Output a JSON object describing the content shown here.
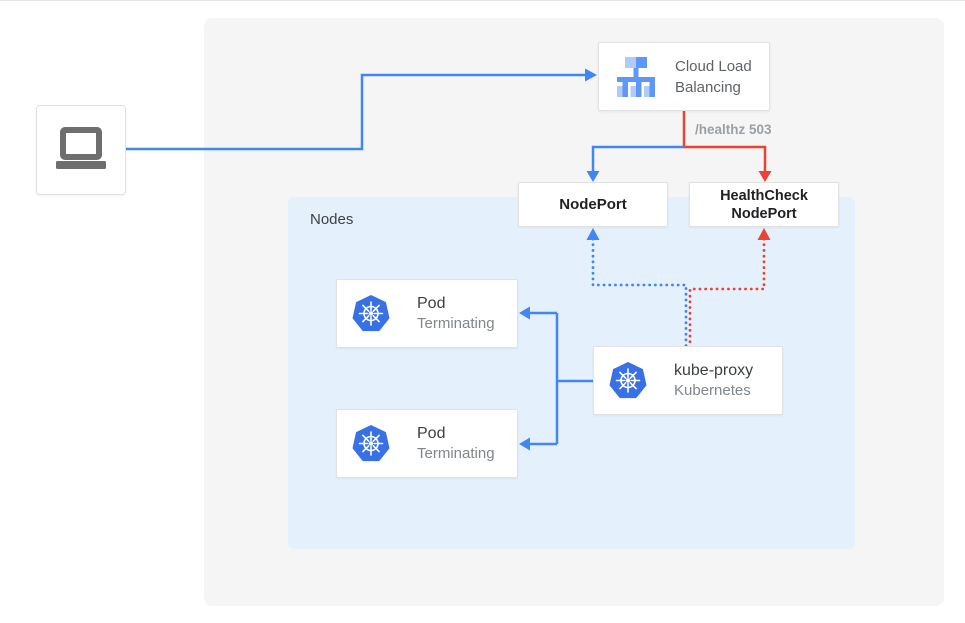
{
  "colors": {
    "line_blue": "#4285F4",
    "line_red": "#EA4335",
    "k8s_blue": "#3870E5",
    "lb_light": "#AECBFA",
    "lb_medium": "#5E97F6",
    "icon_gray": "#6E6E6E",
    "nodes_bg": "#E4F1FC",
    "canvas_bg": "#F5F5F5",
    "label_gray": "#9AA0A6"
  },
  "icons": {
    "client": "laptop-icon",
    "load_balancer": "load-balancer-icon",
    "pod": "kubernetes-icon",
    "kube_proxy": "kubernetes-icon"
  },
  "load_balancer": {
    "label": "Cloud Load Balancing",
    "healthz_status": "/healthz 503"
  },
  "nodes_group": {
    "label": "Nodes"
  },
  "nodeport": {
    "label": "NodePort"
  },
  "healthcheck_nodeport": {
    "line1": "HealthCheck",
    "line2": "NodePort"
  },
  "pods": [
    {
      "title": "Pod",
      "subtitle": "Terminating"
    },
    {
      "title": "Pod",
      "subtitle": "Terminating"
    }
  ],
  "kube_proxy": {
    "title": "kube-proxy",
    "subtitle": "Kubernetes"
  }
}
